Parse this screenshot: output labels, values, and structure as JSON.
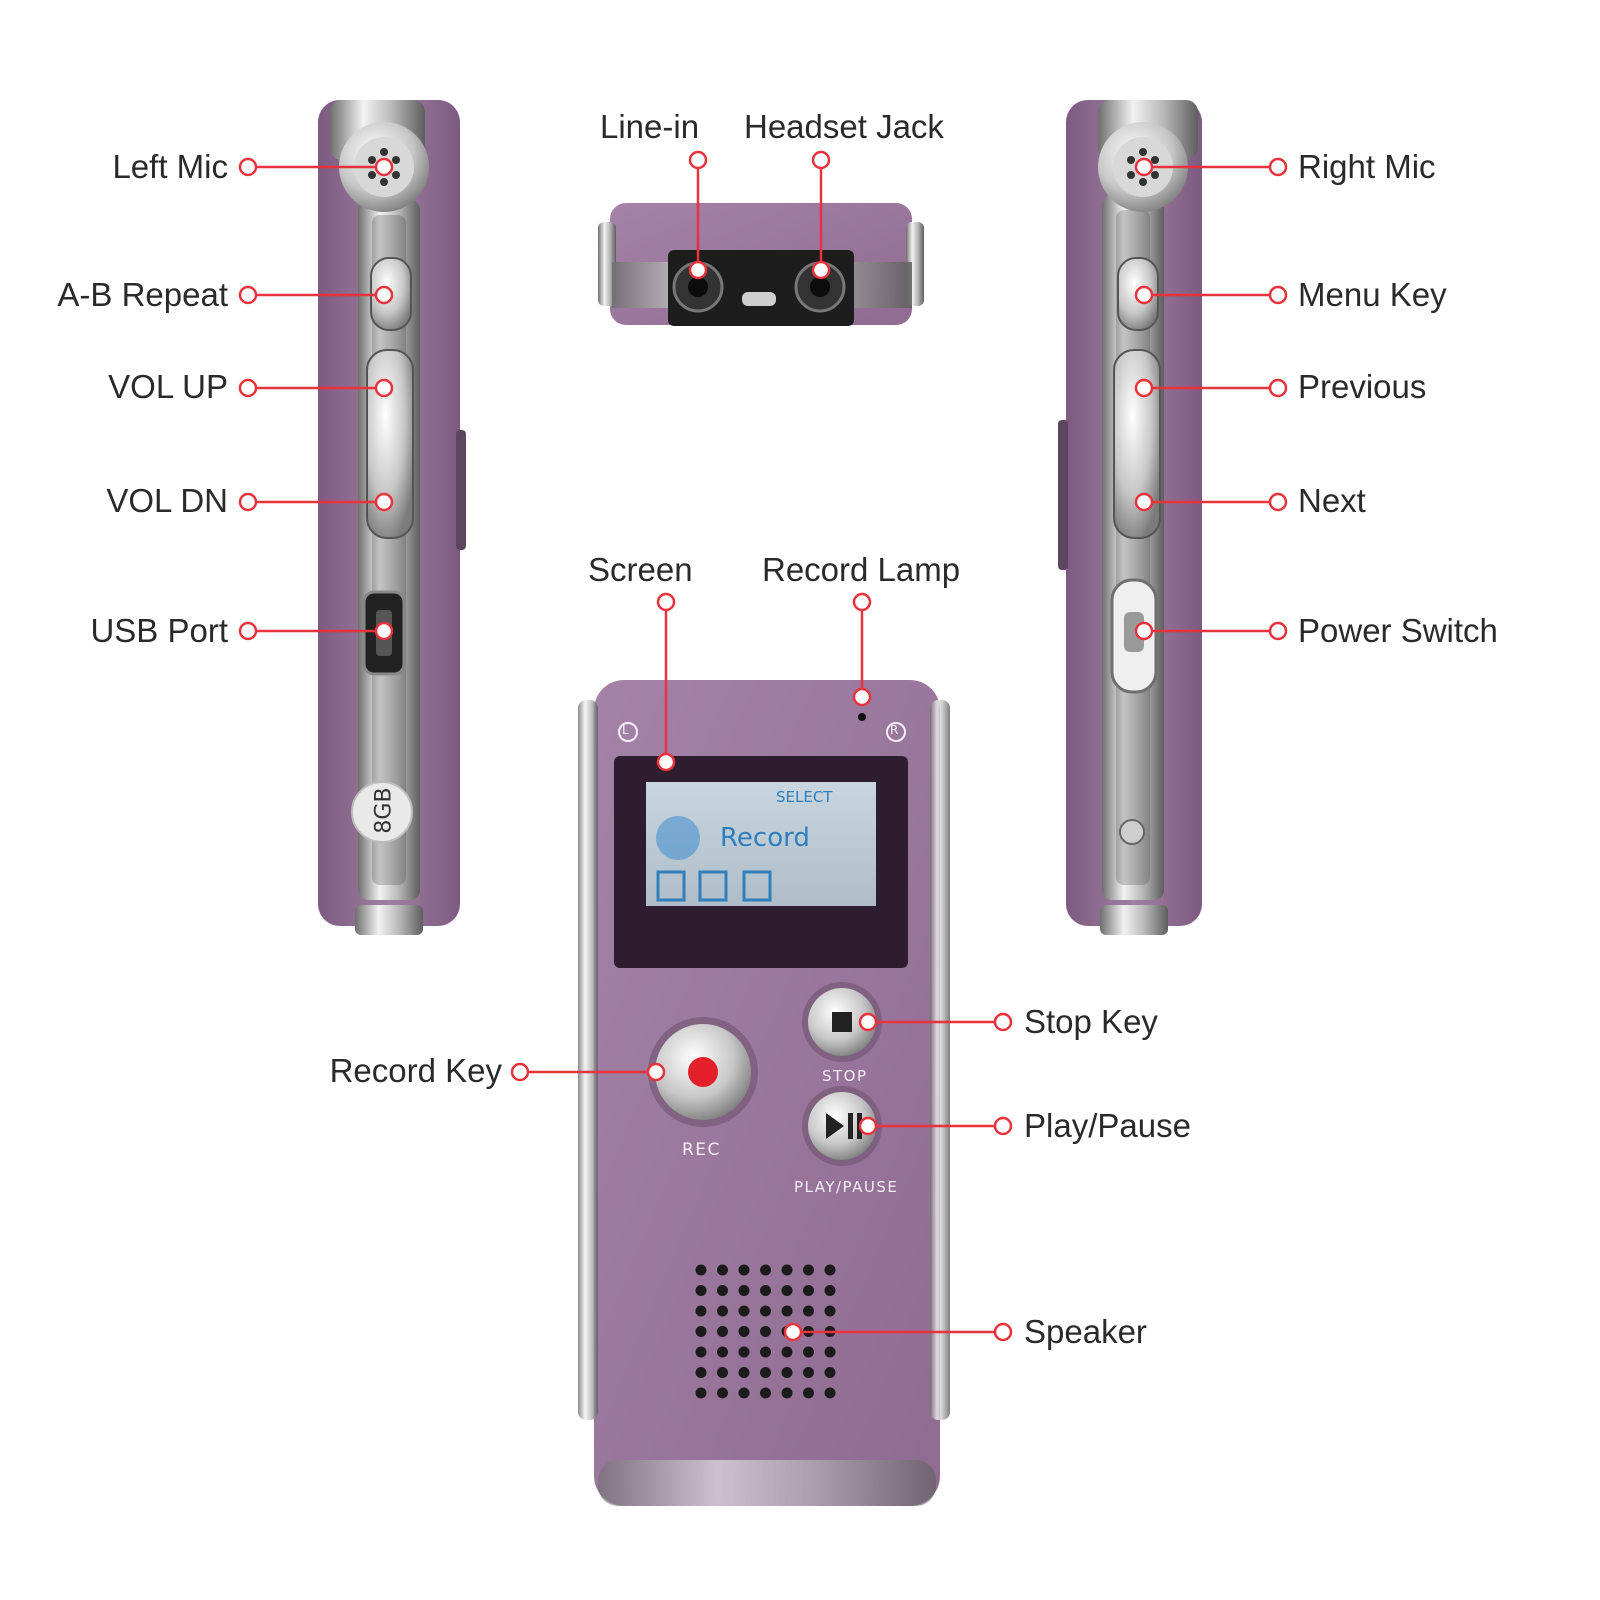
{
  "colors": {
    "callout": "#e8323c",
    "body_purple": "#8e6a8f",
    "lcd_blue": "#2f7fbf"
  },
  "callouts": {
    "left_mic": "Left Mic",
    "ab_repeat": "A-B Repeat",
    "vol_up": "VOL UP",
    "vol_dn": "VOL DN",
    "usb_port": "USB Port",
    "line_in": "Line-in",
    "headset_jack": "Headset Jack",
    "right_mic": "Right Mic",
    "menu_key": "Menu Key",
    "previous": "Previous",
    "next": "Next",
    "power_switch": "Power Switch",
    "screen": "Screen",
    "record_lamp": "Record Lamp",
    "stop_key": "Stop Key",
    "record_key": "Record Key",
    "play_pause": "Play/Pause",
    "speaker": "Speaker"
  },
  "device": {
    "capacity": "8GB",
    "lcd_select": "SELECT",
    "lcd_mode": "Record",
    "rec_print": "REC",
    "stop_print": "STOP",
    "play_print": "PLAY/PAUSE",
    "left_channel": "L",
    "right_channel": "R"
  }
}
